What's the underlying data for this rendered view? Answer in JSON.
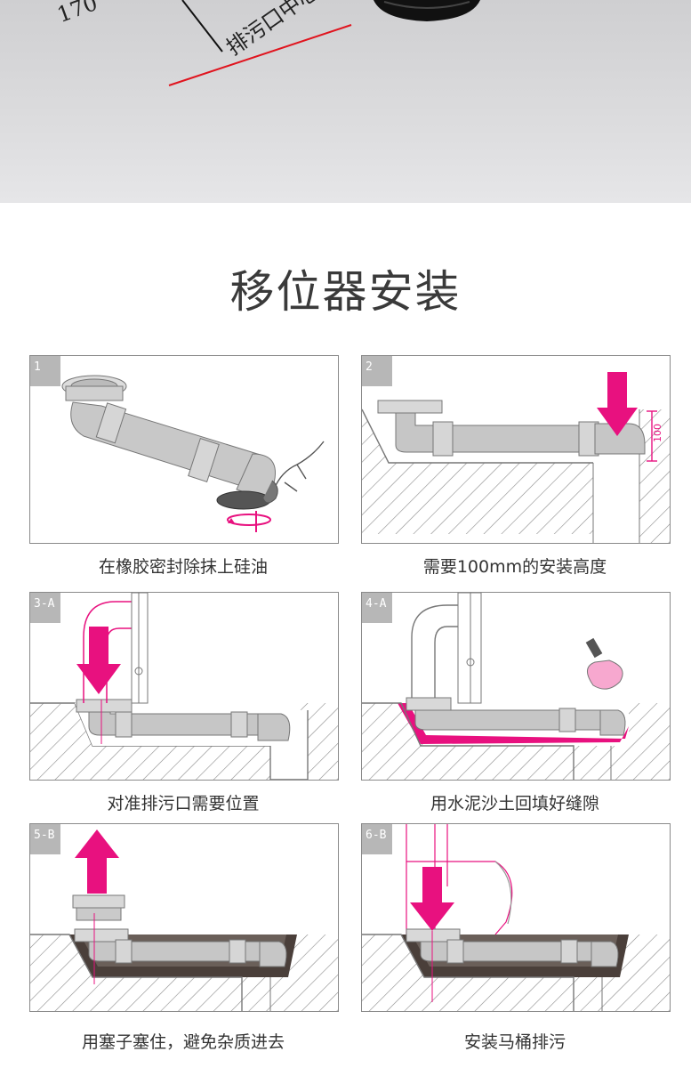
{
  "banner": {
    "dimension_label": "170",
    "outlet_center_label": "排污口中心"
  },
  "section_title": "移位器安装",
  "steps": [
    {
      "badge": "1",
      "caption": "在橡胶密封除抹上硅油"
    },
    {
      "badge": "2",
      "caption": "需要100mm的安装高度",
      "dimension": "100"
    },
    {
      "badge": "3-A",
      "caption": "对准排污口需要位置"
    },
    {
      "badge": "4-A",
      "caption": "用水泥沙土回填好缝隙"
    },
    {
      "badge": "5-B",
      "caption": "用塞子塞住，避免杂质进去"
    },
    {
      "badge": "6-B",
      "caption": "安装马桶排污"
    }
  ],
  "colors": {
    "accent": "#e8117f",
    "pipe": "#c6c6c6",
    "fill_dark": "#4a3f3a",
    "outline": "#8a8a8a"
  }
}
